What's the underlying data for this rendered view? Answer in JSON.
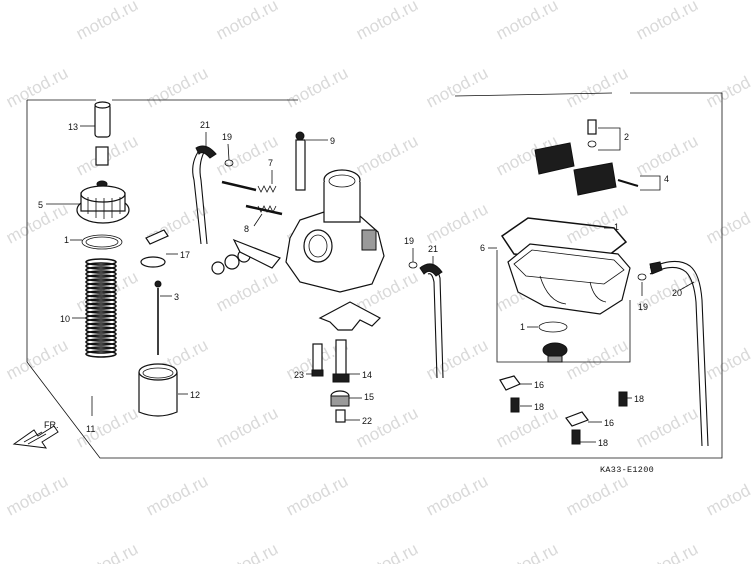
{
  "watermark": "motod.ru",
  "diagram_code": "KA33-E1200",
  "direction_label": "FR.",
  "callouts": [
    {
      "id": "c13a",
      "text": "13"
    },
    {
      "id": "c5",
      "text": "5"
    },
    {
      "id": "c1a",
      "text": "1"
    },
    {
      "id": "c10",
      "text": "10"
    },
    {
      "id": "c11",
      "text": "11"
    },
    {
      "id": "c12",
      "text": "12"
    },
    {
      "id": "c3",
      "text": "3"
    },
    {
      "id": "c17",
      "text": "17"
    },
    {
      "id": "c21a",
      "text": "21"
    },
    {
      "id": "c19a",
      "text": "19"
    },
    {
      "id": "c9",
      "text": "9"
    },
    {
      "id": "c7",
      "text": "7"
    },
    {
      "id": "c8",
      "text": "8"
    },
    {
      "id": "c19b",
      "text": "19"
    },
    {
      "id": "c21b",
      "text": "21"
    },
    {
      "id": "c23",
      "text": "23"
    },
    {
      "id": "c14",
      "text": "14"
    },
    {
      "id": "c15",
      "text": "15"
    },
    {
      "id": "c22",
      "text": "22"
    },
    {
      "id": "c2",
      "text": "2"
    },
    {
      "id": "c4",
      "text": "4"
    },
    {
      "id": "c1b",
      "text": "1"
    },
    {
      "id": "c6",
      "text": "6"
    },
    {
      "id": "c1c",
      "text": "1"
    },
    {
      "id": "c19c",
      "text": "19"
    },
    {
      "id": "c20",
      "text": "20"
    },
    {
      "id": "c16a",
      "text": "16"
    },
    {
      "id": "c18a",
      "text": "18"
    },
    {
      "id": "c18b",
      "text": "18"
    },
    {
      "id": "c16b",
      "text": "16"
    },
    {
      "id": "c18c",
      "text": "18"
    }
  ]
}
